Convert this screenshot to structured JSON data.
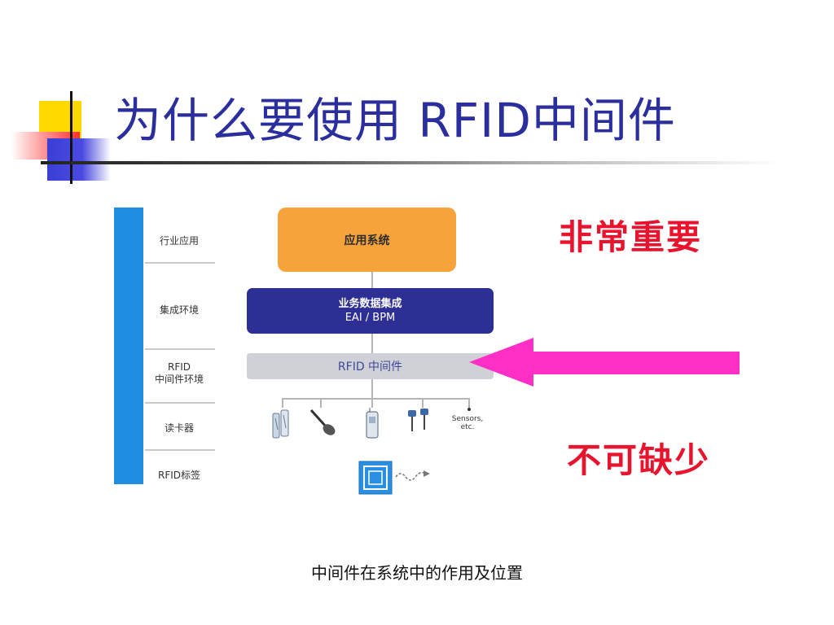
{
  "title": "为什么要使用 RFID中间件",
  "diagram": {
    "layers": [
      "行业应用",
      "集成环境",
      "RFID\n中间件环境",
      "读卡器",
      "RFID标签"
    ],
    "app_system": "应用系统",
    "eai_line1": "业务数据集成",
    "eai_line2": "EAI / BPM",
    "middleware": "RFID 中间件",
    "sensors_label": "Sensors,\netc."
  },
  "emphasis_top": "非常重要",
  "emphasis_bottom": "不可缺少",
  "caption": "中间件在系统中的作用及位置",
  "colors": {
    "title": "#2b2f9e",
    "emphasis": "#e8132d",
    "arrow": "#ff2fc6",
    "side_bar": "#1f8ee0",
    "app_box": "#f7a33c",
    "eai_box": "#2d2f95",
    "middleware_box": "#cfd1d6"
  },
  "icons": [
    "handheld-reader-icon",
    "wand-reader-icon",
    "mobile-reader-icon",
    "antenna-reader-icon",
    "sensor-icon",
    "rfid-tag-icon"
  ]
}
